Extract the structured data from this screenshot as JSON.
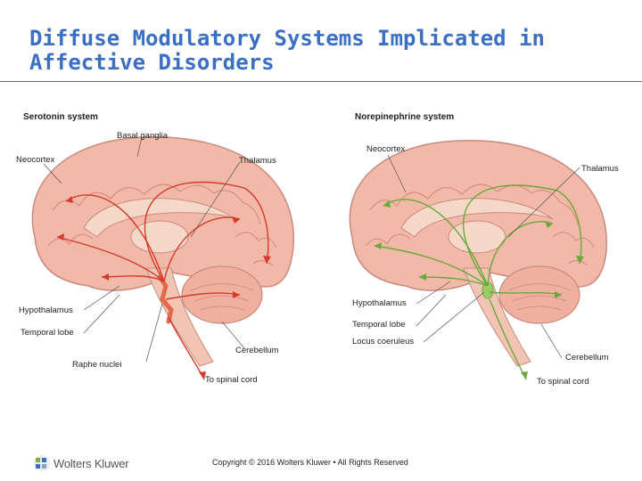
{
  "title": "Diffuse Modulatory Systems Implicated in Affective Disorders",
  "left_panel": {
    "title": "Serotonin system",
    "labels": {
      "basal_ganglia": "Basal ganglia",
      "neocortex": "Neocortex",
      "thalamus": "Thalamus",
      "hypothalamus": "Hypothalamus",
      "temporal_lobe": "Temporal lobe",
      "raphe_nuclei": "Raphe nuclei",
      "cerebellum": "Cerebellum",
      "spinal_cord": "To spinal cord"
    },
    "pathway_color": "#d63a2a"
  },
  "right_panel": {
    "title": "Norepinephrine system",
    "labels": {
      "neocortex": "Neocortex",
      "thalamus": "Thalamus",
      "hypothalamus": "Hypothalamus",
      "temporal_lobe": "Temporal lobe",
      "locus_coeruleus": "Locus coeruleus",
      "cerebellum": "Cerebellum",
      "spinal_cord": "To spinal cord"
    },
    "pathway_color": "#6aa83a"
  },
  "footer": {
    "copyright": "Copyright © 2016 Wolters Kluwer • All Rights Reserved",
    "logo_text": "Wolters Kluwer"
  },
  "colors": {
    "title": "#3a6fc4",
    "brain": "#f2b9a8",
    "brain_fold": "#d98f80"
  }
}
